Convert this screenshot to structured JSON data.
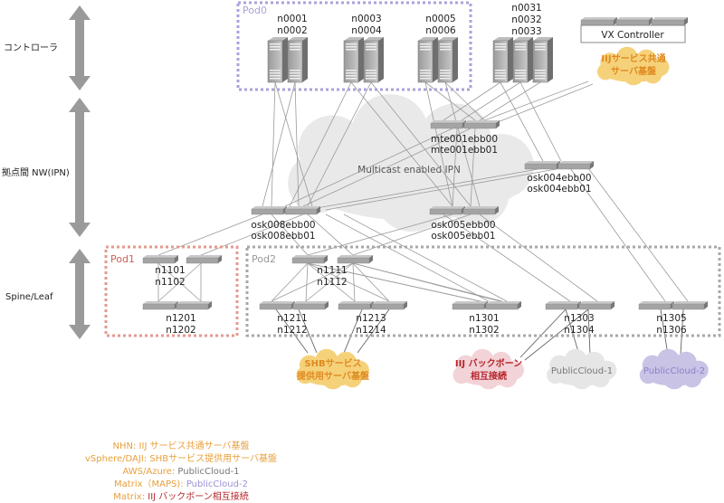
{
  "layers": {
    "controller": "コントローラ",
    "ipn": "拠点間 NW(IPN)",
    "spine_leaf": "Spine/Leaf"
  },
  "pods": {
    "pod0": "Pod0",
    "pod1": "Pod1",
    "pod2": "Pod2"
  },
  "servers": {
    "g1": [
      "n0001",
      "n0002"
    ],
    "g2": [
      "n0003",
      "n0004"
    ],
    "g3": [
      "n0005",
      "n0006"
    ],
    "g4": [
      "n0031",
      "n0032",
      "n0033"
    ]
  },
  "vx_controller": "VX Controller",
  "ipn_label": "Multicast enabled IPN",
  "ipn_switches": {
    "mte": [
      "mte001ebb00",
      "mte001ebb01"
    ],
    "osk004": [
      "osk004ebb00",
      "osk004ebb01"
    ],
    "osk008": [
      "osk008ebb00",
      "osk008ebb01"
    ],
    "osk005": [
      "osk005ebb00",
      "osk005ebb01"
    ]
  },
  "pod1_nodes": {
    "spine": [
      "n1101",
      "n1102"
    ],
    "leaf": [
      "n1201",
      "n1202"
    ]
  },
  "pod2_nodes": {
    "spine": [
      "n1111",
      "n1112"
    ],
    "leaf1": [
      "n1211",
      "n1212"
    ],
    "leaf2": [
      "n1213",
      "n1214"
    ],
    "leaf3": [
      "n1301",
      "n1302"
    ],
    "leaf4": [
      "n1303",
      "n1304"
    ],
    "leaf5": [
      "n1305",
      "n1306"
    ]
  },
  "clouds": {
    "iij_common": [
      "IIJサービス共通",
      "サーバ基盤"
    ],
    "shb": [
      "SHBサービス",
      "提供用サーバ基盤"
    ],
    "iij_backbone": [
      "IIJ バックボーン",
      "相互接続"
    ],
    "public1": "PublicCloud-1",
    "public2": "PublicCloud-2"
  },
  "legend": [
    {
      "key": "NHN: ",
      "value": "IIJ サービス共通サーバ基盤",
      "color": "#e8a03c"
    },
    {
      "key": "vSphere/DAJI: ",
      "value": "SHBサービス提供用サーバ基盤",
      "color": "#e8a03c"
    },
    {
      "key": "AWS/Azure: ",
      "value": "PublicCloud-1",
      "color": "#777777"
    },
    {
      "key": "Matrix（MAPS): ",
      "value": "PublicCloud-2",
      "color": "#9a92d4"
    },
    {
      "key": "Matrix: ",
      "value": "IIJ バックボーン相互接続",
      "color": "#b5262b"
    }
  ],
  "colors": {
    "orange": "#e8a03c",
    "pod0": "#a9a3da",
    "pod1": "#e39a90",
    "pod2": "#a8a8a8",
    "cloud_orange": "#f5d27a",
    "cloud_pink": "#f2d3d8",
    "cloud_grey": "#e6e6e6",
    "cloud_purple": "#c9c3e6",
    "red": "#b5262b"
  }
}
